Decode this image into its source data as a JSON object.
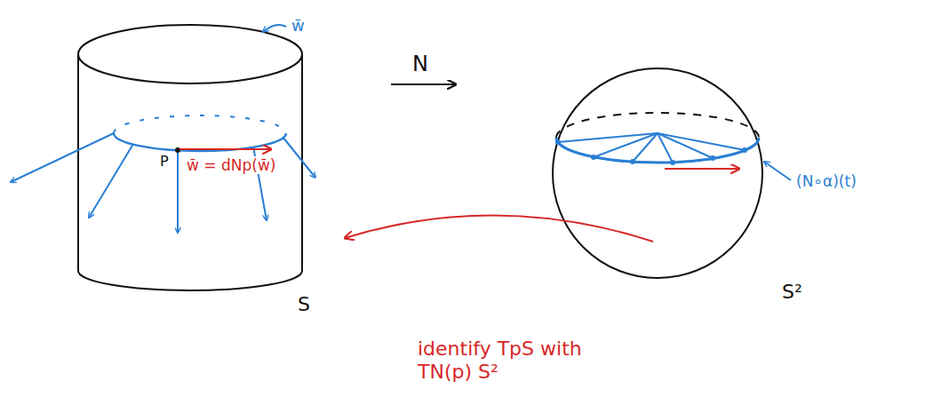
{
  "diagram": {
    "labels": [
      "w̄",
      "N",
      "P",
      "w̄ = dNp(w̄)",
      "S",
      "S²",
      "(N∘α)(t)",
      "identify TpS with TN(p) S²"
    ]
  }
}
